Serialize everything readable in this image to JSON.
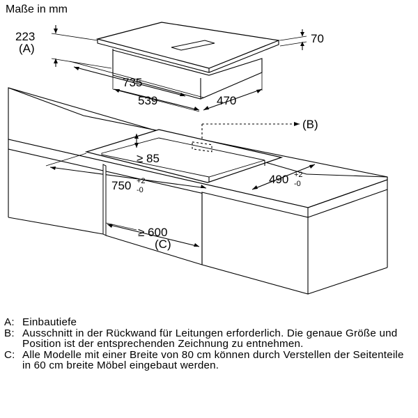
{
  "title": "Maße in mm",
  "hob": {
    "height": "223",
    "depth_marker": "(A)",
    "thickness": "70",
    "width_top": "735",
    "cutout_width": "539",
    "cutout_depth": "470"
  },
  "counter": {
    "cutout_marker": "(B)",
    "min_depth": "≥ 85",
    "cut_width": "750",
    "cut_width_tol_plus": "+2",
    "cut_width_tol_minus": "-0",
    "cut_depth": "490",
    "cut_depth_tol_plus": "+2",
    "cut_depth_tol_minus": "-0",
    "min_cabinet": "≥ 600",
    "cabinet_marker": "(C)"
  },
  "legend": [
    {
      "key": "A:",
      "text": "Einbautiefe"
    },
    {
      "key": "B:",
      "text": "Ausschnitt in der Rückwand für Leitungen erforderlich. Die genaue Größe und Position ist der entsprechenden Zeichnung zu entnehmen."
    },
    {
      "key": "C:",
      "text": "Alle Modelle mit einer Breite von 80 cm können durch Verstellen der Seitenteile in 60 cm breite Möbel eingebaut werden."
    }
  ]
}
